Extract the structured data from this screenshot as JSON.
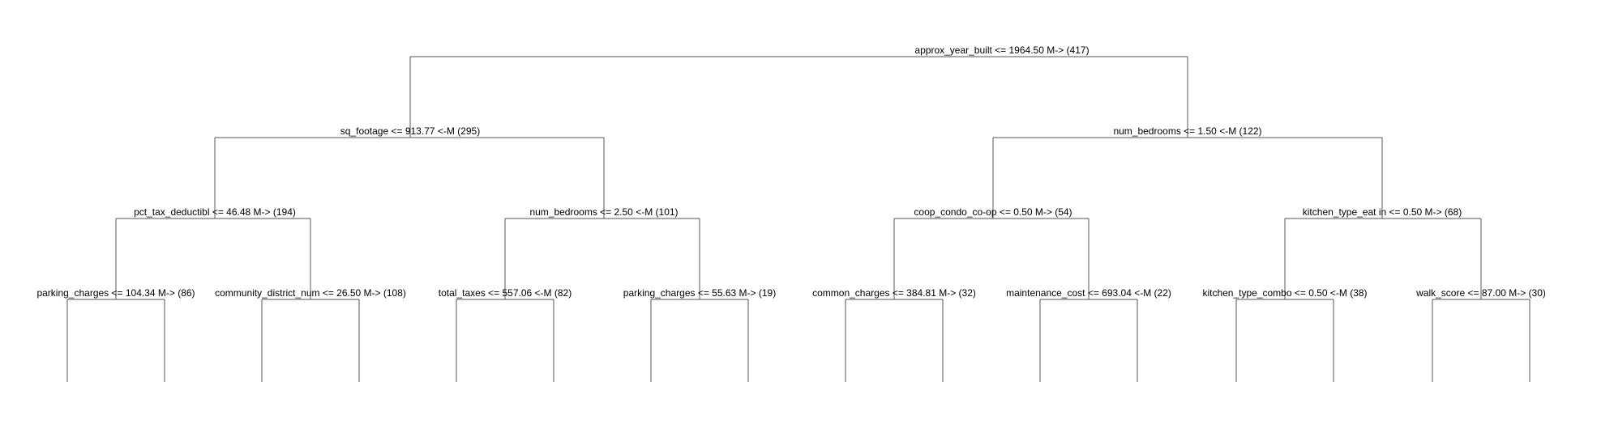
{
  "colors": {
    "background": "#ffffff",
    "edge": "#555555",
    "text": "#000000"
  },
  "tree": {
    "label": "approx_year_built <= 1964.50 M-> (417)",
    "children": [
      {
        "label": "sq_footage <= 913.77 <-M (295)",
        "children": [
          {
            "label": "pct_tax_deductibl <= 46.48 M-> (194)",
            "children": [
              {
                "label": "parking_charges <= 104.34 M-> (86)"
              },
              {
                "label": "community_district_num <= 26.50 M-> (108)"
              }
            ]
          },
          {
            "label": "num_bedrooms <= 2.50 <-M (101)",
            "children": [
              {
                "label": "total_taxes <= 557.06 <-M (82)"
              },
              {
                "label": "parking_charges <= 55.63 M-> (19)"
              }
            ]
          }
        ]
      },
      {
        "label": "num_bedrooms <= 1.50 <-M (122)",
        "children": [
          {
            "label": "coop_condo_co-op <= 0.50 M-> (54)",
            "children": [
              {
                "label": "common_charges <= 384.81 M-> (32)"
              },
              {
                "label": "maintenance_cost <= 693.04 <-M (22)"
              }
            ]
          },
          {
            "label": "kitchen_type_eat in <= 0.50 M-> (68)",
            "children": [
              {
                "label": "kitchen_type_combo <= 0.50 <-M (38)"
              },
              {
                "label": "walk_score <= 87.00 M-> (30)"
              }
            ]
          }
        ]
      }
    ]
  }
}
